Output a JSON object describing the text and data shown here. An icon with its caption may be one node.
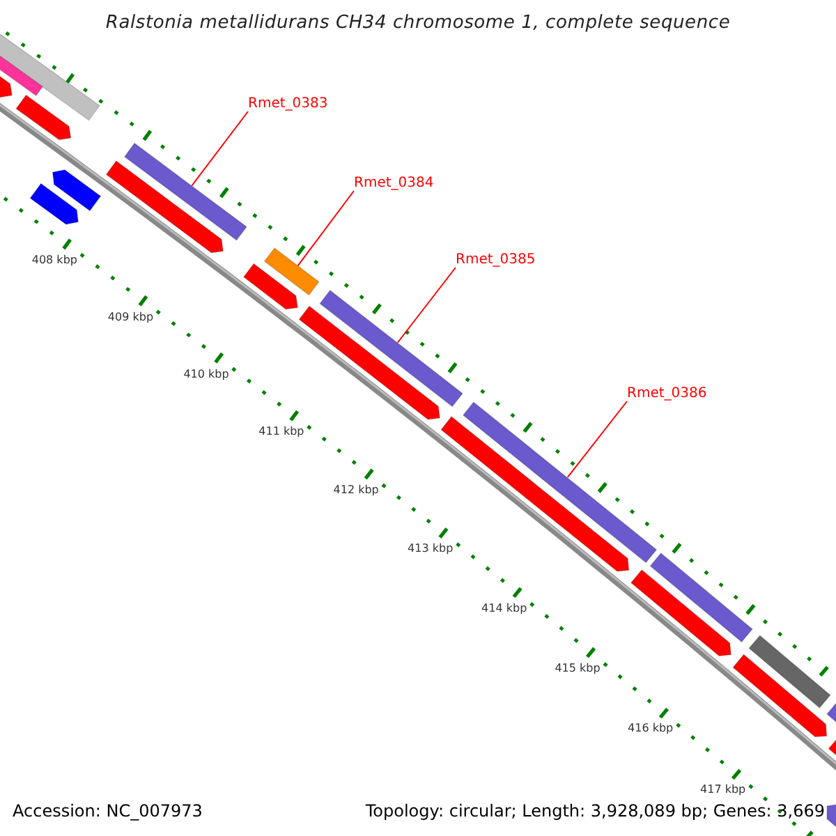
{
  "diagram": {
    "title": "Ralstonia metallidurans CH34 chromosome 1, complete sequence",
    "nodes": [
      {
        "text": [
          "Rmet_0383"
        ]
      },
      {
        "text": [],
        "shape": "bar"
      },
      {
        "text": [
          "Rmet_0384"
        ]
      },
      {
        "text": [],
        "shape": "bar"
      },
      {
        "text": [
          "Rmet_0385"
        ]
      },
      {
        "text": [],
        "shape": "bar"
      },
      {
        "text": [
          "Rmet_0386"
        ]
      },
      {
        "text": [],
        "shape": "bar"
      },
      {
        "text": [],
        "shape": "bar"
      },
      {
        "text": [],
        "shape": "bar"
      },
      {
        "text": [],
        "shape": "bar"
      },
      {
        "text": [],
        "shape": "bar"
      },
      {
        "text": [],
        "shape": "bar"
      },
      {
        "text": [],
        "shape": "bar"
      },
      {
        "text": [],
        "shape": "bar"
      },
      {
        "text": [],
        "shape": "bar"
      },
      {
        "text": [],
        "shape": "bar"
      },
      {
        "text": [],
        "shape": "bar"
      },
      {
        "text": [],
        "shape": "bar"
      },
      {
        "text": [],
        "shape": "bar"
      },
      {
        "text": [],
        "shape": "bar"
      },
      {
        "text": [],
        "shape": "bar"
      },
      {
        "text": [],
        "shape": "bar"
      },
      {
        "text": [],
        "shape": "bar"
      },
      {
        "text": [],
        "shape": "bar"
      }
    ],
    "edges": [
      {
        "from": 0,
        "to": 1,
        "arrow": "none"
      },
      {
        "from": 2,
        "to": 3,
        "arrow": "none"
      },
      {
        "from": 4,
        "to": 5,
        "arrow": "none"
      },
      {
        "from": 6,
        "to": 7,
        "arrow": "none"
      }
    ],
    "labels": [
      "408 kbp",
      "409 kbp",
      "410 kbp",
      "411 kbp",
      "412 kbp",
      "413 kbp",
      "414 kbp",
      "415 kbp",
      "416 kbp",
      "417 kbp",
      "Accession: NC_007973",
      "Topology: circular; Length: 3,928,089 bp; Genes: 3,669"
    ]
  }
}
